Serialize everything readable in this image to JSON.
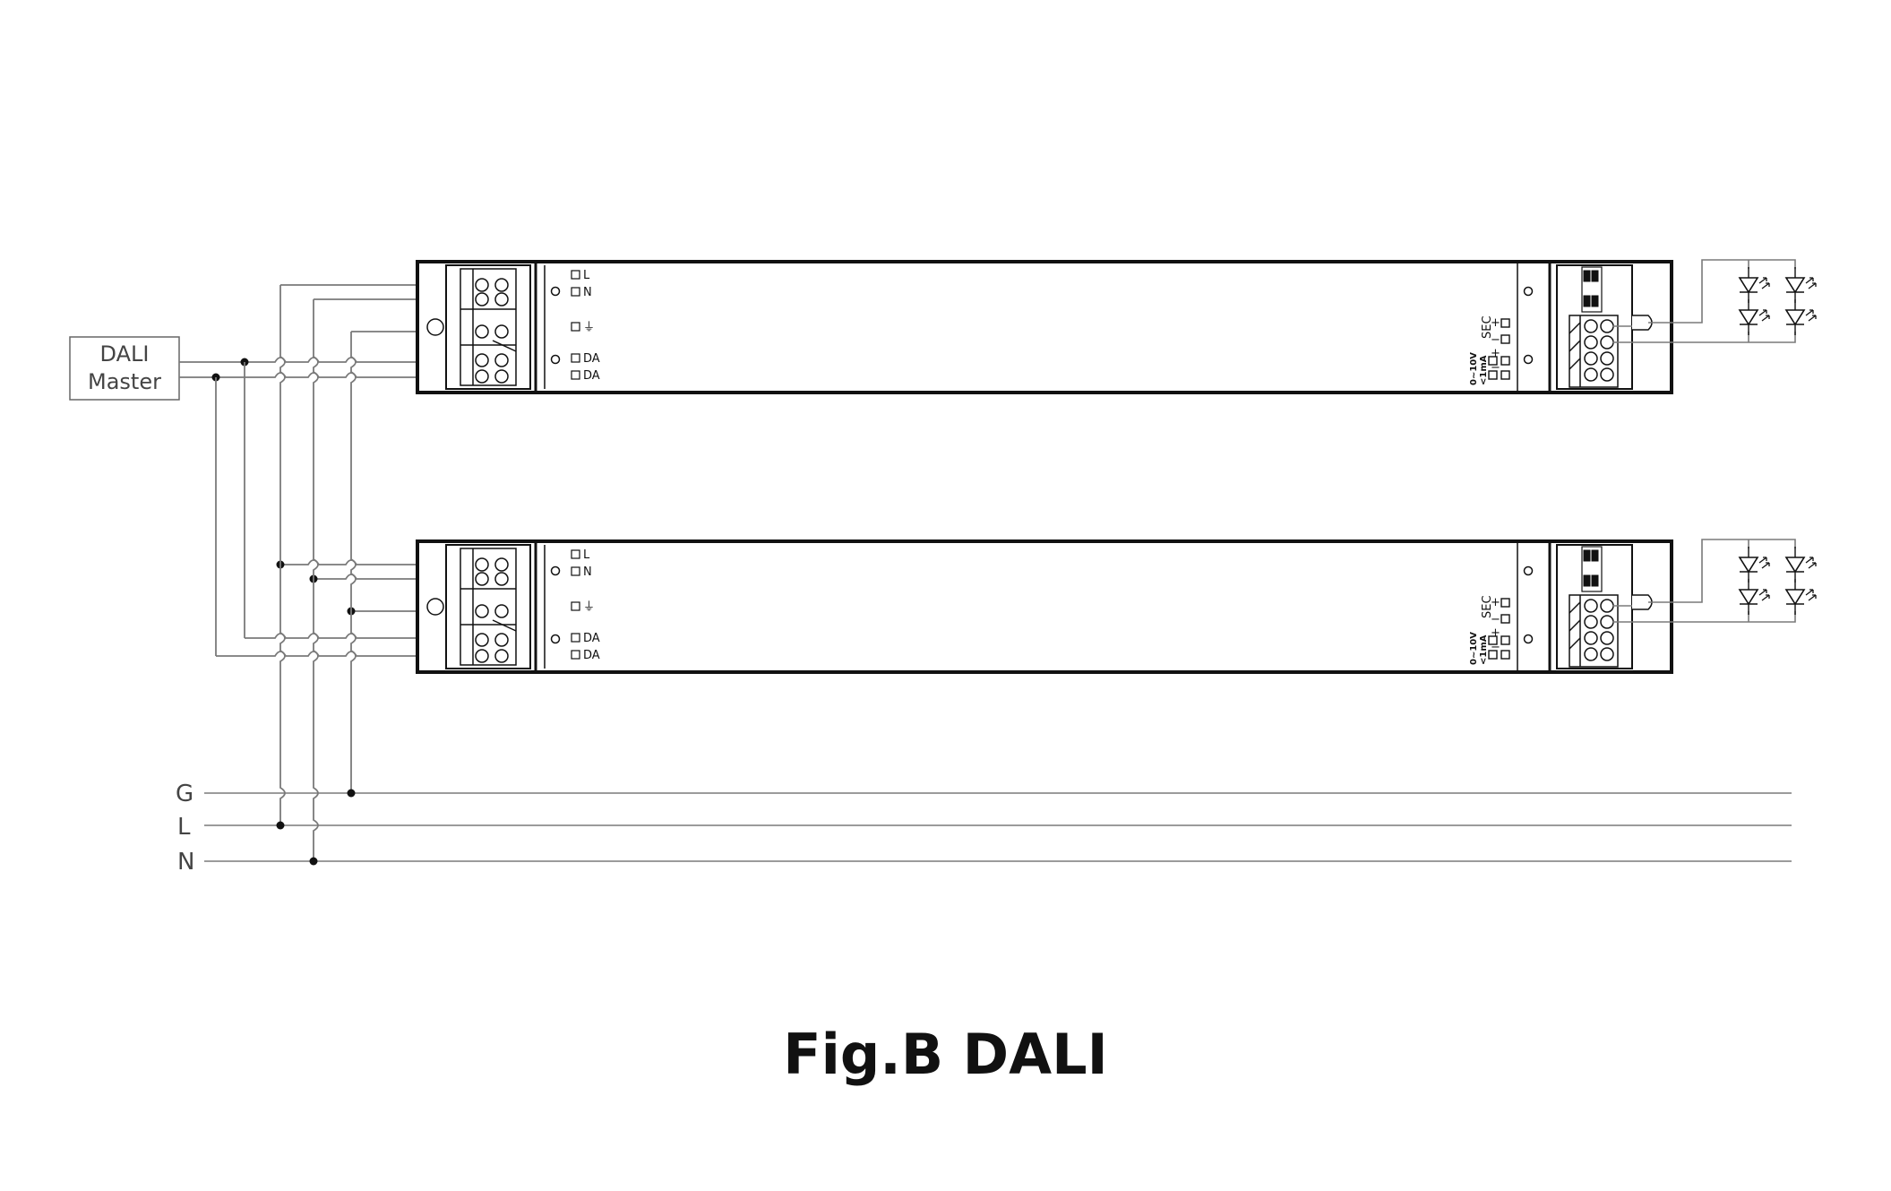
{
  "caption": "Fig.B DALI",
  "dali_master": {
    "line1": "DALI",
    "line2": "Master"
  },
  "mains": [
    {
      "key": "g",
      "label": "G"
    },
    {
      "key": "l",
      "label": "L"
    },
    {
      "key": "n",
      "label": "N"
    }
  ],
  "driver": {
    "input_terminals": [
      "L",
      "N",
      "⏚",
      "DA",
      "DA"
    ],
    "sec_label": "SEC",
    "sec_plus": "+",
    "sec_minus": "−",
    "dim_label_1": "0~10V",
    "dim_label_2": "<1mA",
    "dim_plus": "+",
    "dim_minus": "−"
  },
  "drivers": [
    {
      "key": "driver-1"
    },
    {
      "key": "driver-2"
    }
  ],
  "colors": {
    "line": "#7a7a7a",
    "outline": "#111111",
    "dot": "#111111"
  }
}
